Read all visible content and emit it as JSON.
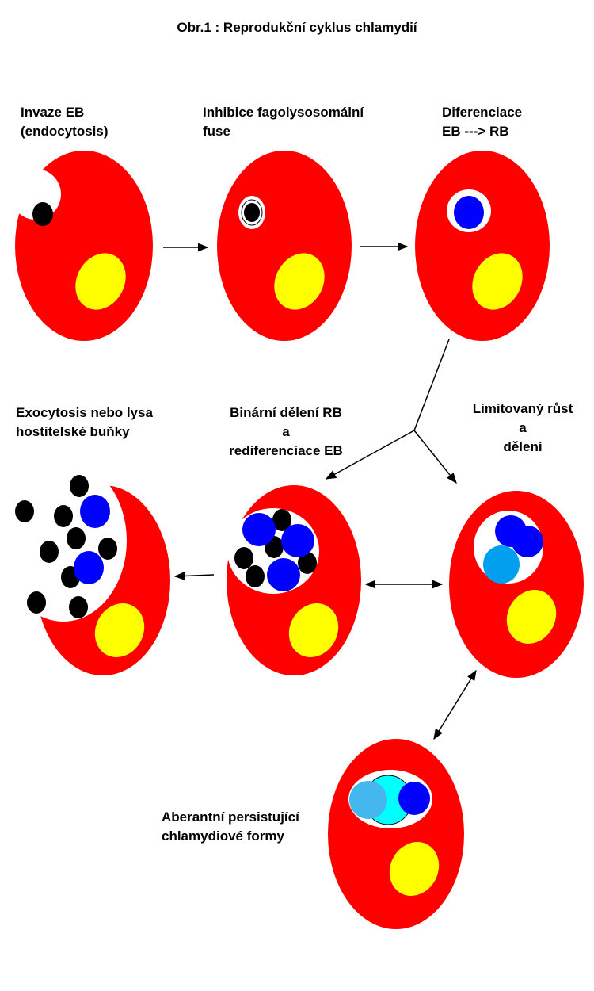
{
  "title": "Obr.1 : Reprodukční cyklus chlamydií",
  "stages": {
    "invasion": [
      "Invaze EB",
      "(endocytosis)"
    ],
    "inhibition": [
      "Inhibice fagolysosomální",
      "fuse"
    ],
    "differentiation": [
      "Diferenciace",
      "EB ---> RB"
    ],
    "binary": [
      "Binární dělení RB",
      "a",
      "rediferenciace EB"
    ],
    "limited": [
      "Limitovaný růst",
      "a",
      "dělení"
    ],
    "exocytosis": [
      "Exocytosis nebo lysa",
      "hostitelské buňky"
    ],
    "aberrant": [
      "Aberantní persistující",
      "chlamydiové formy"
    ]
  },
  "colors": {
    "cell": "#ff0000",
    "nucleus": "#ffff00",
    "eb": "#000000",
    "rb": "#0000ff",
    "light_rb": "#00a0ee",
    "aberrant_light": "#44b8ee",
    "aberrant_cyan": "#00ffff"
  }
}
